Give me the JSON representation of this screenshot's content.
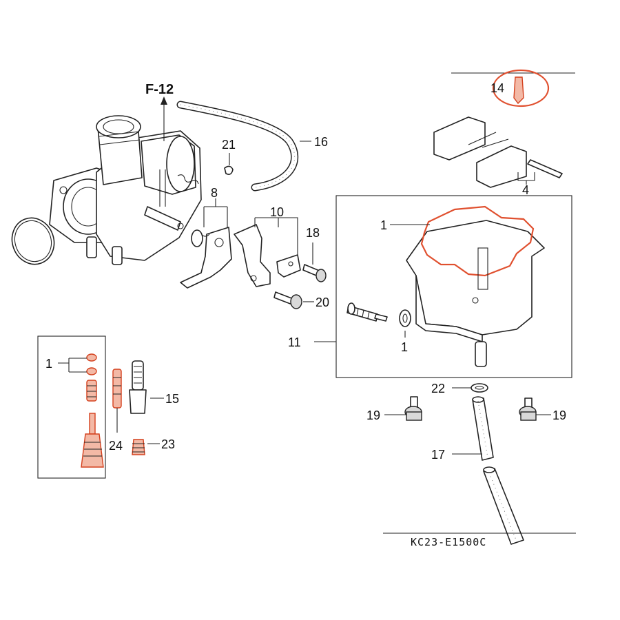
{
  "diagram": {
    "drawing_code": "KC23-E1500C",
    "reference": "F-12",
    "labels": {
      "part_1_float_chamber": "1",
      "part_1_washer": "1",
      "part_1_jets": "1",
      "part_4": "4",
      "part_8": "8",
      "part_10": "10",
      "part_11": "11",
      "part_14": "14",
      "part_15": "15",
      "part_16": "16",
      "part_17": "17",
      "part_18": "18",
      "part_19_left": "19",
      "part_19_right": "19",
      "part_20": "20",
      "part_21": "21",
      "part_22": "22",
      "part_23": "23",
      "part_24": "24"
    },
    "colors": {
      "highlight": "#e0502f",
      "ink": "#222222"
    }
  }
}
